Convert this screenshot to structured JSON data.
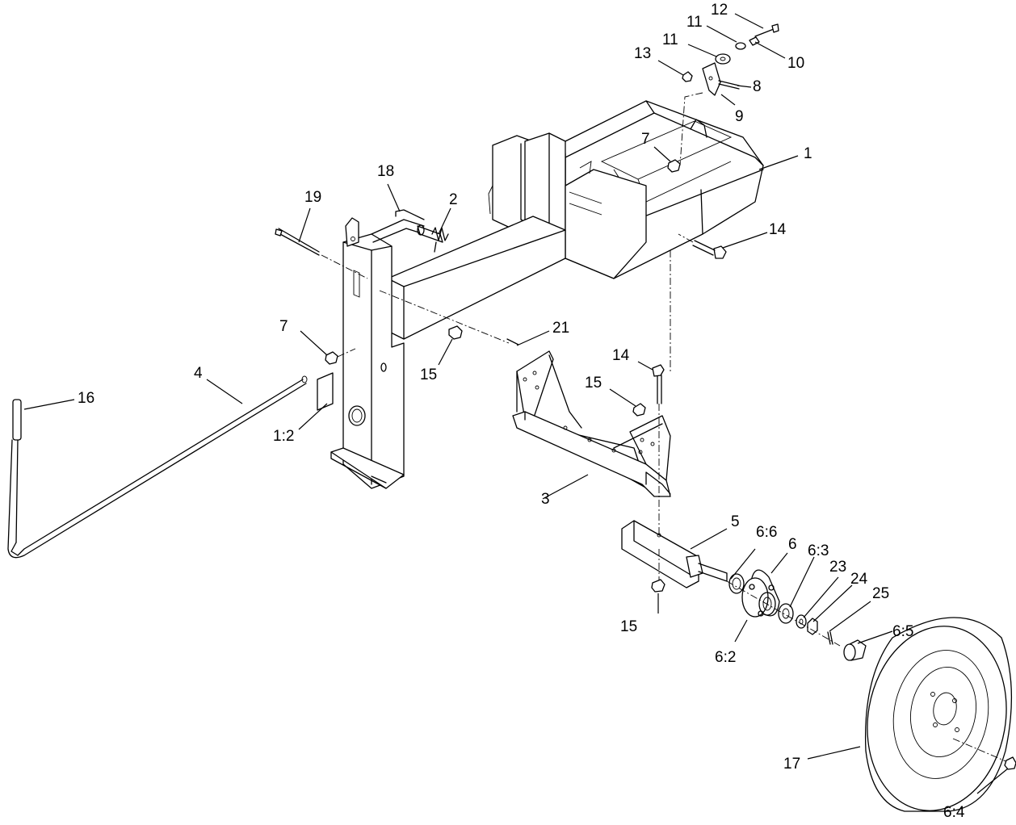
{
  "diagram": {
    "callouts": [
      {
        "id": "c1",
        "text": "1"
      },
      {
        "id": "c2",
        "text": "2"
      },
      {
        "id": "c3",
        "text": "3"
      },
      {
        "id": "c4",
        "text": "4"
      },
      {
        "id": "c5",
        "text": "5"
      },
      {
        "id": "c6",
        "text": "6"
      },
      {
        "id": "c6_2",
        "text": "6:2"
      },
      {
        "id": "c6_3",
        "text": "6:3"
      },
      {
        "id": "c6_4",
        "text": "6:4"
      },
      {
        "id": "c6_5",
        "text": "6:5"
      },
      {
        "id": "c6_6",
        "text": "6:6"
      },
      {
        "id": "c7a",
        "text": "7"
      },
      {
        "id": "c7b",
        "text": "7"
      },
      {
        "id": "c8",
        "text": "8"
      },
      {
        "id": "c9",
        "text": "9"
      },
      {
        "id": "c10",
        "text": "10"
      },
      {
        "id": "c11a",
        "text": "11"
      },
      {
        "id": "c11b",
        "text": "11"
      },
      {
        "id": "c12",
        "text": "12"
      },
      {
        "id": "c13",
        "text": "13"
      },
      {
        "id": "c14a",
        "text": "14"
      },
      {
        "id": "c14b",
        "text": "14"
      },
      {
        "id": "c15a",
        "text": "15"
      },
      {
        "id": "c15b",
        "text": "15"
      },
      {
        "id": "c15c",
        "text": "15"
      },
      {
        "id": "c16",
        "text": "16"
      },
      {
        "id": "c17",
        "text": "17"
      },
      {
        "id": "c18",
        "text": "18"
      },
      {
        "id": "c19",
        "text": "19"
      },
      {
        "id": "c21",
        "text": "21"
      },
      {
        "id": "c23",
        "text": "23"
      },
      {
        "id": "c24",
        "text": "24"
      },
      {
        "id": "c25",
        "text": "25"
      },
      {
        "id": "c1_2",
        "text": "1:2"
      }
    ]
  }
}
